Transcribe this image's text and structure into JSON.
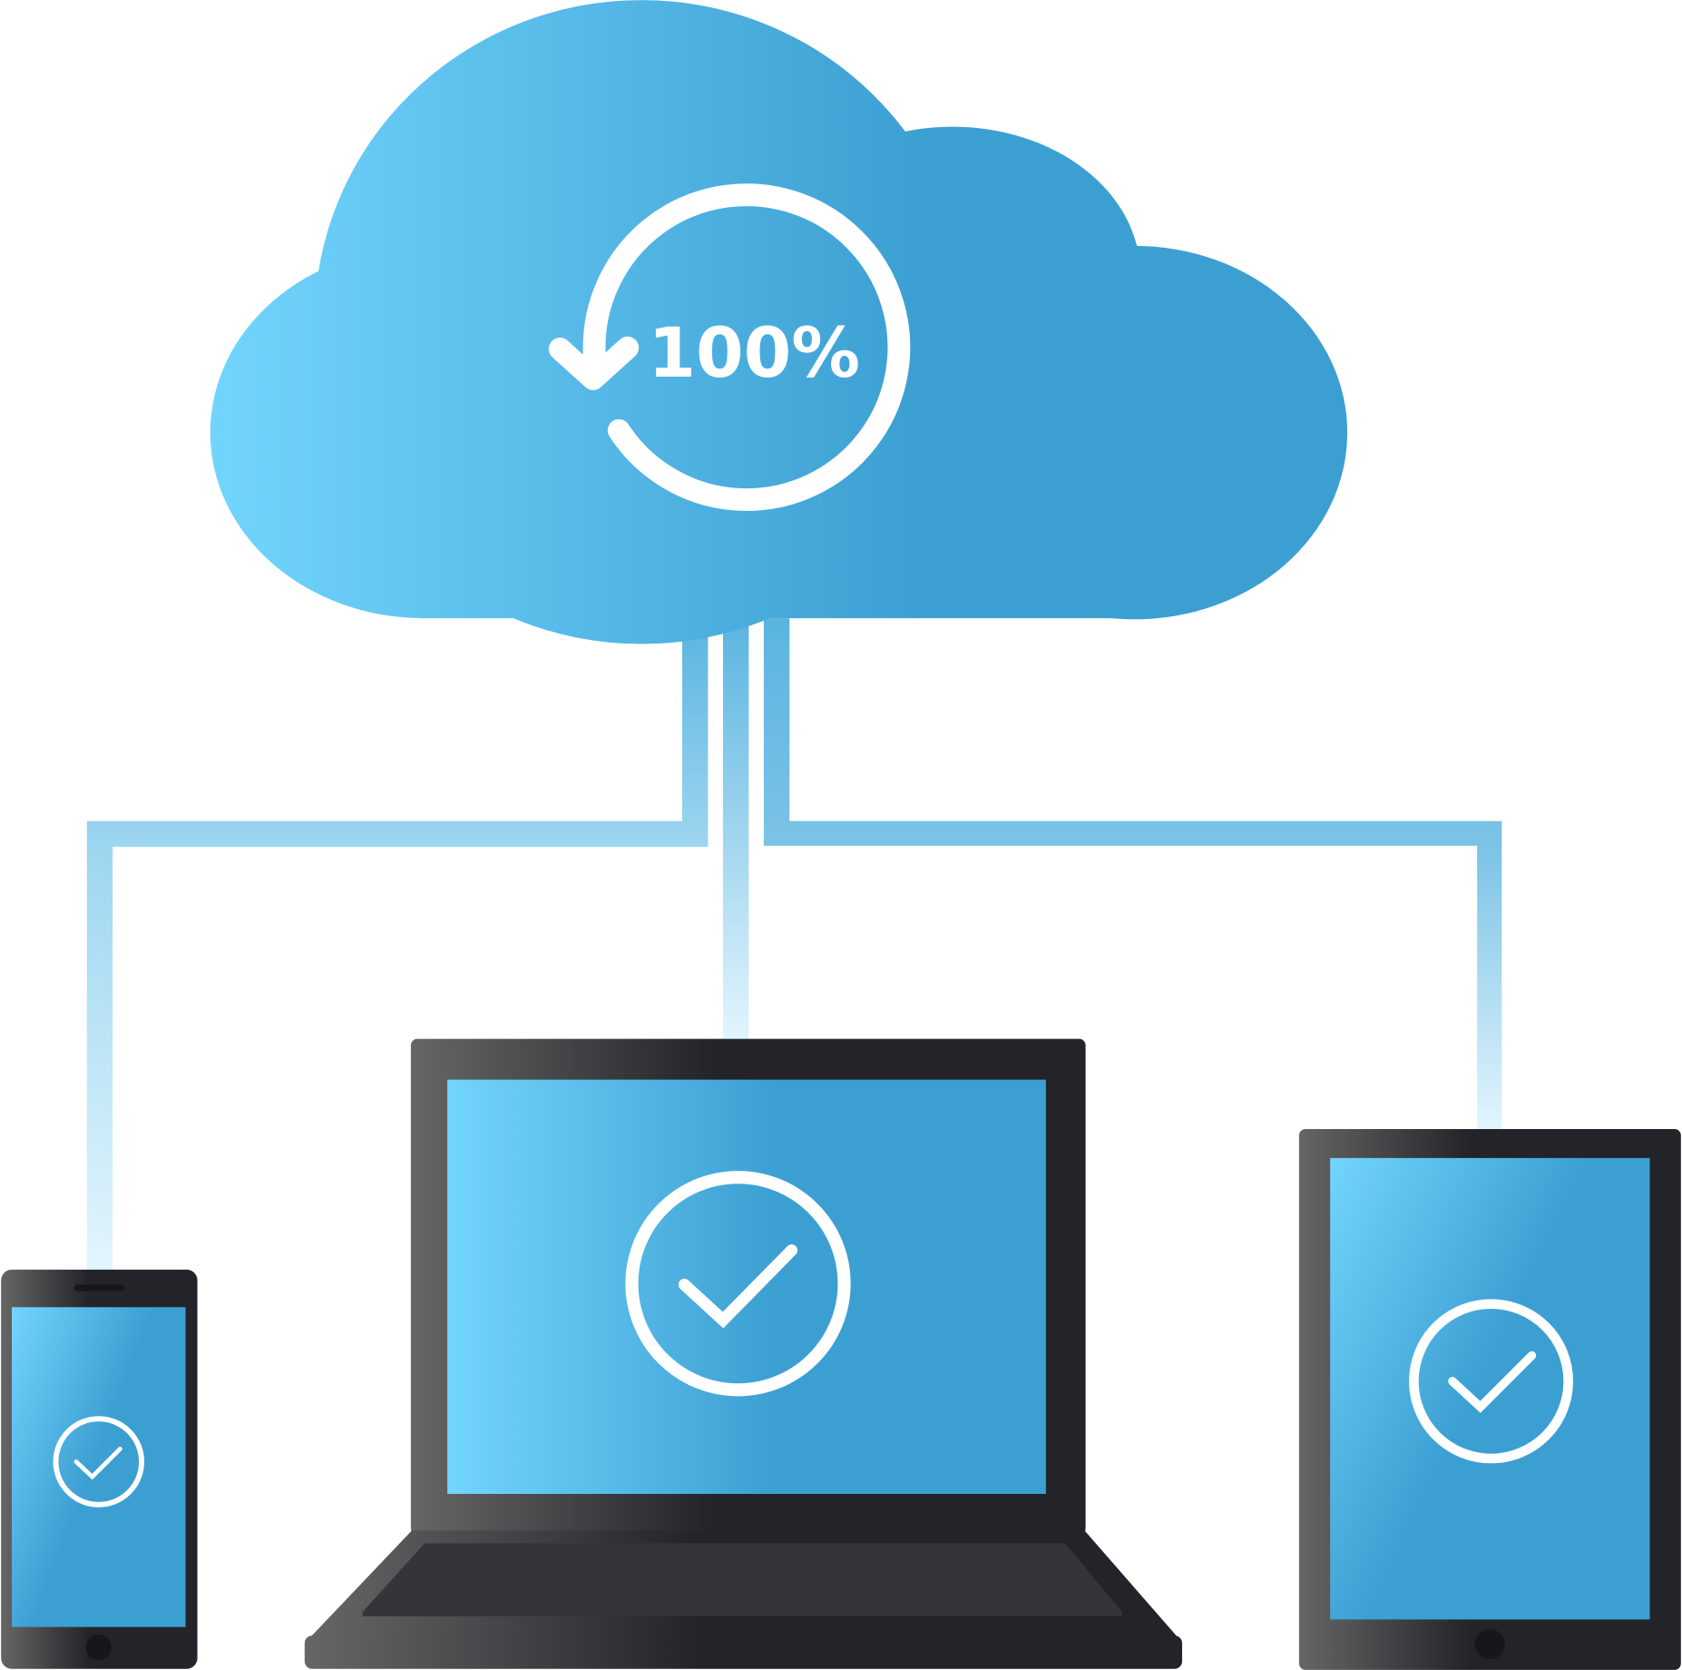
{
  "sync_status": {
    "progress_label": "100%",
    "progress_percent": 100
  },
  "colors": {
    "gradient_light": "#72d5fd",
    "gradient_dark": "#3c9fd2",
    "device_dark": "#222429",
    "device_gray": "#666666",
    "pipe_fade": "#e2f5fd"
  },
  "devices": [
    {
      "type": "smartphone",
      "status_icon": "check-circle-icon"
    },
    {
      "type": "laptop",
      "status_icon": "check-circle-icon"
    },
    {
      "type": "tablet",
      "status_icon": "check-circle-icon"
    }
  ]
}
